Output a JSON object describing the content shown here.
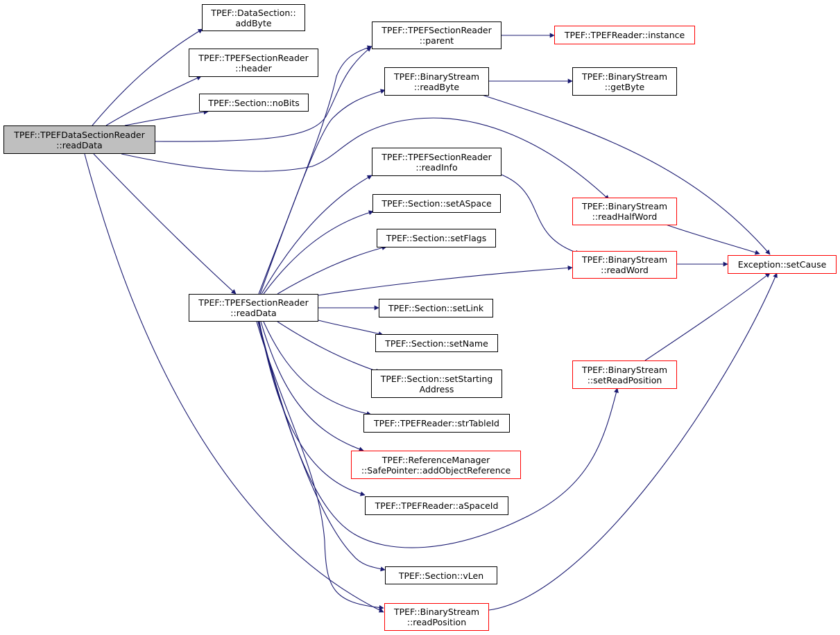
{
  "colors": {
    "edge": "#191970",
    "node_border": "#000000",
    "incomplete_border": "#ff0000",
    "root_fill": "#bfbfbf"
  },
  "nodes": {
    "root": {
      "l1": "TPEF::TPEFDataSectionReader",
      "l2": "::readData"
    },
    "ds_addbyte": {
      "l1": "TPEF::DataSection::",
      "l2": "addByte"
    },
    "sr_header": {
      "l1": "TPEF::TPEFSectionReader",
      "l2": "::header"
    },
    "s_nobits": {
      "l1": "TPEF::Section::noBits",
      "l2": ""
    },
    "sr_parent": {
      "l1": "TPEF::TPEFSectionReader",
      "l2": "::parent"
    },
    "bs_readbyte": {
      "l1": "TPEF::BinaryStream",
      "l2": "::readByte"
    },
    "sr_readinfo": {
      "l1": "TPEF::TPEFSectionReader",
      "l2": "::readInfo"
    },
    "s_setaspace": {
      "l1": "TPEF::Section::setASpace",
      "l2": ""
    },
    "s_setflags": {
      "l1": "TPEF::Section::setFlags",
      "l2": ""
    },
    "sr_readdata": {
      "l1": "TPEF::TPEFSectionReader",
      "l2": "::readData"
    },
    "s_setlink": {
      "l1": "TPEF::Section::setLink",
      "l2": ""
    },
    "s_setname": {
      "l1": "TPEF::Section::setName",
      "l2": ""
    },
    "s_setstarting": {
      "l1": "TPEF::Section::setStarting",
      "l2": "Address"
    },
    "r_strtableid": {
      "l1": "TPEF::TPEFReader::strTableId",
      "l2": ""
    },
    "rm_addobjref": {
      "l1": "TPEF::ReferenceManager",
      "l2": "::SafePointer::addObjectReference"
    },
    "r_aspaceid": {
      "l1": "TPEF::TPEFReader::aSpaceId",
      "l2": ""
    },
    "s_vlen": {
      "l1": "TPEF::Section::vLen",
      "l2": ""
    },
    "bs_readposition": {
      "l1": "TPEF::BinaryStream",
      "l2": "::readPosition"
    },
    "r_instance": {
      "l1": "TPEF::TPEFReader::instance",
      "l2": ""
    },
    "bs_getbyte": {
      "l1": "TPEF::BinaryStream",
      "l2": "::getByte"
    },
    "bs_readhalfword": {
      "l1": "TPEF::BinaryStream",
      "l2": "::readHalfWord"
    },
    "bs_readword": {
      "l1": "TPEF::BinaryStream",
      "l2": "::readWord"
    },
    "bs_setreadpos": {
      "l1": "TPEF::BinaryStream",
      "l2": "::setReadPosition"
    },
    "ex_setcause": {
      "l1": "Exception::setCause",
      "l2": ""
    }
  },
  "edges": [
    [
      "root",
      "ds_addbyte"
    ],
    [
      "root",
      "sr_header"
    ],
    [
      "root",
      "s_nobits"
    ],
    [
      "root",
      "sr_parent"
    ],
    [
      "root",
      "bs_readhalfword"
    ],
    [
      "root",
      "sr_readdata"
    ],
    [
      "root",
      "bs_readposition"
    ],
    [
      "sr_parent",
      "r_instance"
    ],
    [
      "bs_readbyte",
      "bs_getbyte"
    ],
    [
      "bs_readbyte",
      "ex_setcause"
    ],
    [
      "sr_readinfo",
      "bs_readword"
    ],
    [
      "bs_readhalfword",
      "ex_setcause"
    ],
    [
      "bs_readword",
      "ex_setcause"
    ],
    [
      "bs_setreadpos",
      "ex_setcause"
    ],
    [
      "bs_readposition",
      "ex_setcause"
    ],
    [
      "sr_readdata",
      "sr_parent"
    ],
    [
      "sr_readdata",
      "bs_readbyte"
    ],
    [
      "sr_readdata",
      "sr_readinfo"
    ],
    [
      "sr_readdata",
      "s_setaspace"
    ],
    [
      "sr_readdata",
      "s_setflags"
    ],
    [
      "sr_readdata",
      "bs_readword"
    ],
    [
      "sr_readdata",
      "s_setlink"
    ],
    [
      "sr_readdata",
      "s_setname"
    ],
    [
      "sr_readdata",
      "s_setstarting"
    ],
    [
      "sr_readdata",
      "r_strtableid"
    ],
    [
      "sr_readdata",
      "rm_addobjref"
    ],
    [
      "sr_readdata",
      "r_aspaceid"
    ],
    [
      "sr_readdata",
      "bs_setreadpos"
    ],
    [
      "sr_readdata",
      "s_vlen"
    ],
    [
      "sr_readdata",
      "bs_readposition"
    ]
  ]
}
